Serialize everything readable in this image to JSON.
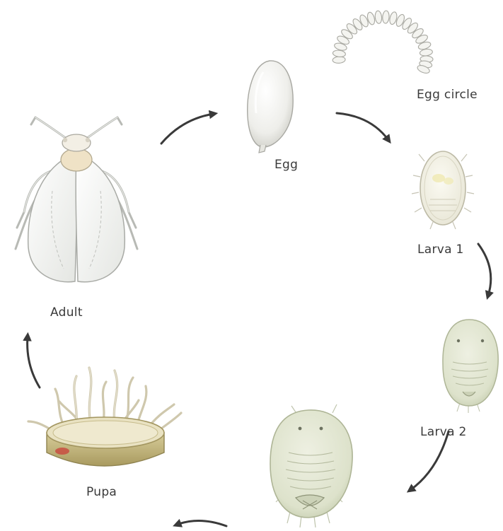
{
  "diagram": {
    "stages": {
      "egg": "Egg",
      "egg_circle": "Egg circle",
      "larva1": "Larva 1",
      "larva2": "Larva 2",
      "pupa": "Pupa",
      "adult": "Adult"
    },
    "colors": {
      "arrow": "#3a3a3a",
      "body_white": "#f1f1ee",
      "larva_green": "#dfe3cf",
      "pupa_rim": "#bdb07a"
    }
  }
}
